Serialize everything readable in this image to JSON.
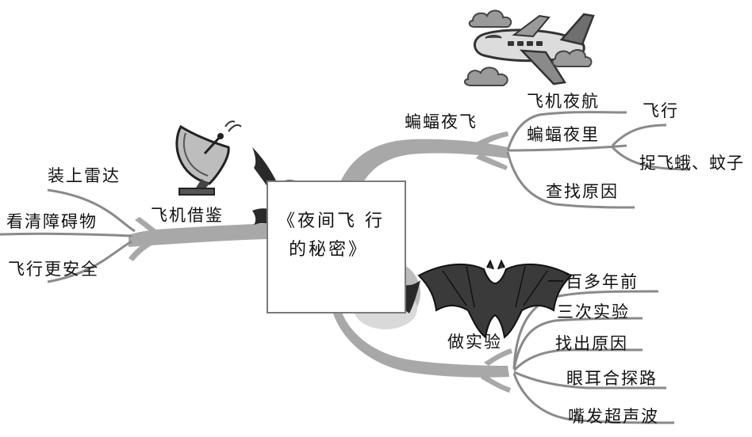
{
  "center_title": {
    "line1": "《夜间飞 行",
    "line2": "的秘密》"
  },
  "branches": {
    "radar": {
      "label": "飞机借鉴",
      "items": [
        "装上雷达",
        "看清障碍物",
        "飞行更安全"
      ]
    },
    "bats_night": {
      "label": "蝙蝠夜飞",
      "items": [
        "飞机夜航",
        "蝙蝠夜里",
        "查找原因"
      ],
      "sub_items": [
        "飞行",
        "捉飞蛾、蚊子"
      ]
    },
    "experiment": {
      "label": "做实验",
      "items": [
        "一百多年前",
        "三次实验",
        "找出原因",
        "眼耳合探路",
        "嘴发超声波"
      ]
    }
  },
  "colors": {
    "branch": "#a8a8a8",
    "branch_dark": "#8f8f8f",
    "line": "#8a8a8a",
    "bat": "#2a2a2a",
    "frame": "#7a7a7a"
  },
  "icons": [
    "airplane-icon",
    "cloud-icon",
    "satellite-dish-icon",
    "bat-icon",
    "moon-icon"
  ]
}
